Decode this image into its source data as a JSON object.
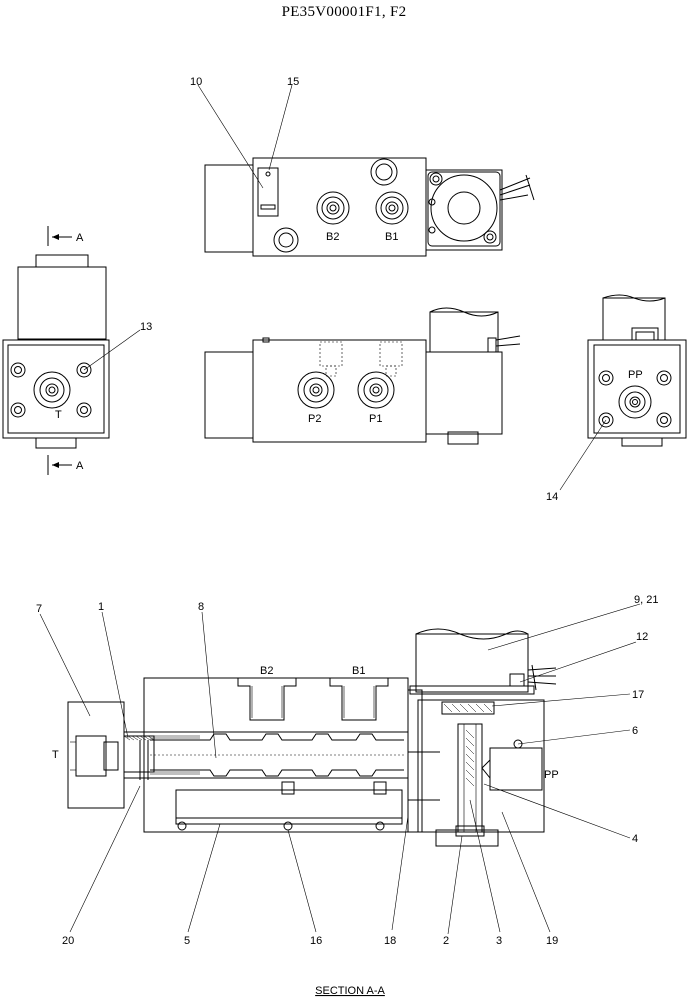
{
  "header": {
    "drawing_code": "PE35V00001F1, F2"
  },
  "section_marker": {
    "letter_top": "A",
    "letter_bottom": "A"
  },
  "port_labels": {
    "b2": "B2",
    "b1": "B1",
    "p2": "P2",
    "p1": "P1",
    "t_end": "T",
    "pp_end": "PP",
    "b2_section": "B2",
    "b1_section": "B1",
    "t_section": "T",
    "pp_section": "PP"
  },
  "callouts": {
    "c10": "10",
    "c15": "15",
    "c13": "13",
    "c14": "14",
    "c9_21": "9, 21",
    "c12": "12",
    "c17": "17",
    "c6": "6",
    "c4": "4",
    "c7": "7",
    "c1": "1",
    "c8": "8",
    "c20": "20",
    "c5": "5",
    "c16": "16",
    "c18": "18",
    "c2": "2",
    "c3": "3",
    "c19": "19"
  },
  "footer": {
    "section_title": "SECTION  A-A"
  }
}
